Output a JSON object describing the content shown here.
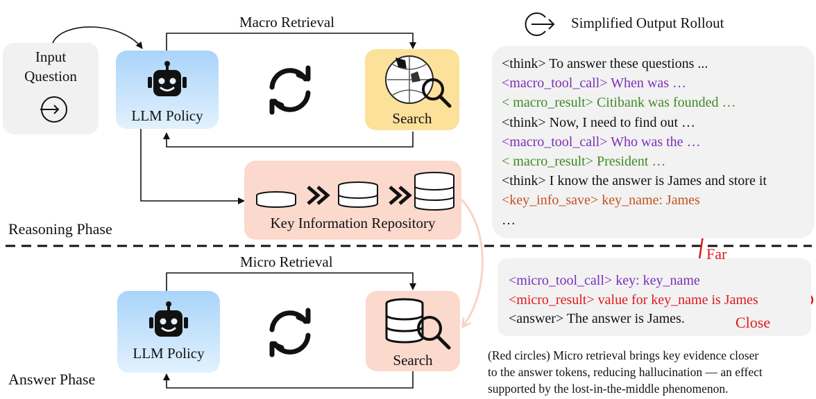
{
  "legend": {
    "text": "Simplified Output  Rollout"
  },
  "input": {
    "line1": "Input",
    "line2": "Question"
  },
  "reasoning": {
    "macro_label": "Macro Retrieval",
    "llm_label": "LLM Policy",
    "search_label": "Search",
    "repo_label": "Key Information Repository",
    "phase_label": "Reasoning Phase"
  },
  "answer": {
    "micro_label": "Micro Retrieval",
    "llm_label": "LLM Policy",
    "search_label": "Search",
    "phase_label": "Answer Phase"
  },
  "rollout_top": {
    "lines": [
      {
        "text": "<think> To answer these questions ...",
        "color": "black"
      },
      {
        "text": "<macro_tool_call> When was …",
        "color": "purple"
      },
      {
        "text": "< macro_result> Citibank was founded …",
        "color": "green"
      },
      {
        "text": "<think> Now, I need to find out …",
        "color": "black"
      },
      {
        "text": "<macro_tool_call> Who was the …",
        "color": "purple"
      },
      {
        "text": "< macro_result> President …",
        "color": "green"
      },
      {
        "text": "<think> I know the answer is James and store it",
        "color": "black"
      },
      {
        "text": "<key_info_save> key_name: James",
        "color": "orange"
      },
      {
        "text": "…",
        "color": "black"
      }
    ]
  },
  "rollout_bottom": {
    "lines": [
      {
        "text": "<micro_tool_call> key: key_name",
        "color": "purple"
      },
      {
        "text": "<micro_result> value for key_name is James",
        "color": "red"
      },
      {
        "text": "<answer> The answer is James.",
        "color": "black"
      }
    ]
  },
  "annotations": {
    "far": "Far",
    "close": "Close"
  },
  "caption": {
    "line1": "(Red circles) Micro retrieval brings key evidence closer",
    "line2": "to the answer tokens, reducing hallucination — an effect",
    "line3": "supported by the lost-in-the-middle phenomenon."
  },
  "colors": {
    "black": "#111111",
    "purple": "#7a2fb8",
    "green": "#3e8a23",
    "orange": "#c0521e",
    "red": "#e01818",
    "llm_box": "#a9d4fa",
    "search_box": "#fbe19a",
    "repo_box": "#fbd9cd"
  }
}
